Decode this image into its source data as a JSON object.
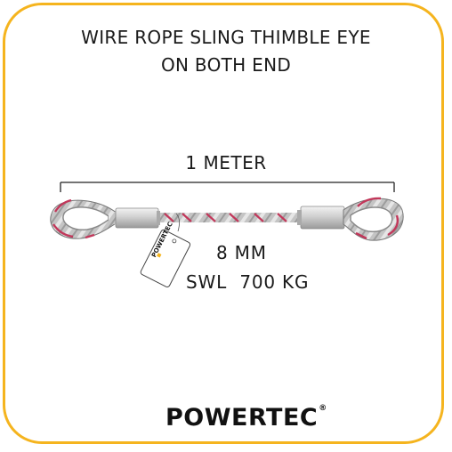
{
  "title_line1": "WIRE ROPE SLING THIMBLE EYE",
  "title_line2": "ON BOTH END",
  "length_label": "1 METER",
  "diameter_label": "8 MM",
  "swl_label": "SWL  700 KG",
  "brand": {
    "name": "POWERTEC",
    "trademark": "®",
    "tag_text": "POWERTEC"
  },
  "colors": {
    "frame_border": "#f5b41e",
    "rope_steel": "#c8c8c8",
    "rope_stripe": "#c2375a",
    "brand_accent": "#f5b41e"
  }
}
